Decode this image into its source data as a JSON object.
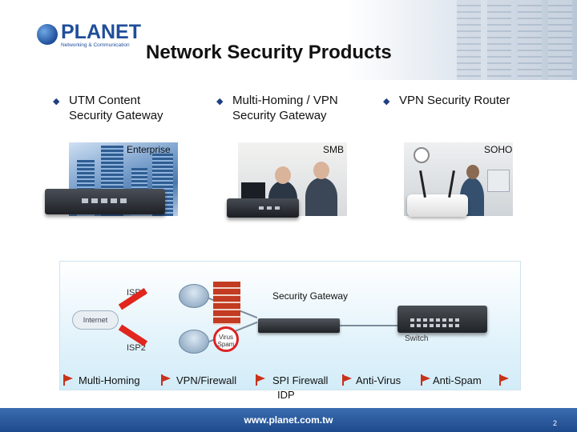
{
  "header": {
    "brand": "PLANET",
    "brand_sub": "Networking & Communication",
    "title": "Network Security Products"
  },
  "categories": [
    {
      "line1": "UTM Content",
      "line2": "Security Gateway"
    },
    {
      "line1": "Multi-Homing / VPN",
      "line2": "Security Gateway"
    },
    {
      "line1": "VPN Security Router",
      "line2": ""
    }
  ],
  "images": {
    "enterprise_label": "Enterprise",
    "smb_label": "SMB",
    "soho_label": "SOHO"
  },
  "diagram": {
    "internet": "Internet",
    "isp1": "ISP1",
    "isp2": "ISP2",
    "virus_spam": "Virus Spam",
    "gateway": "Security Gateway",
    "switch": "Switch"
  },
  "features": {
    "f1": "Multi-Homing",
    "f2": "VPN/Firewall",
    "f3_line1": "SPI Firewall",
    "f3_line2": "IDP",
    "f4": "Anti-Virus",
    "f5": "Anti-Spam"
  },
  "footer": {
    "url": "www.planet.com.tw",
    "page": "2"
  },
  "colors": {
    "brand_blue": "#1f4e9a",
    "flag_red": "#c8321a",
    "footer_blue": "#1e4a8c"
  }
}
